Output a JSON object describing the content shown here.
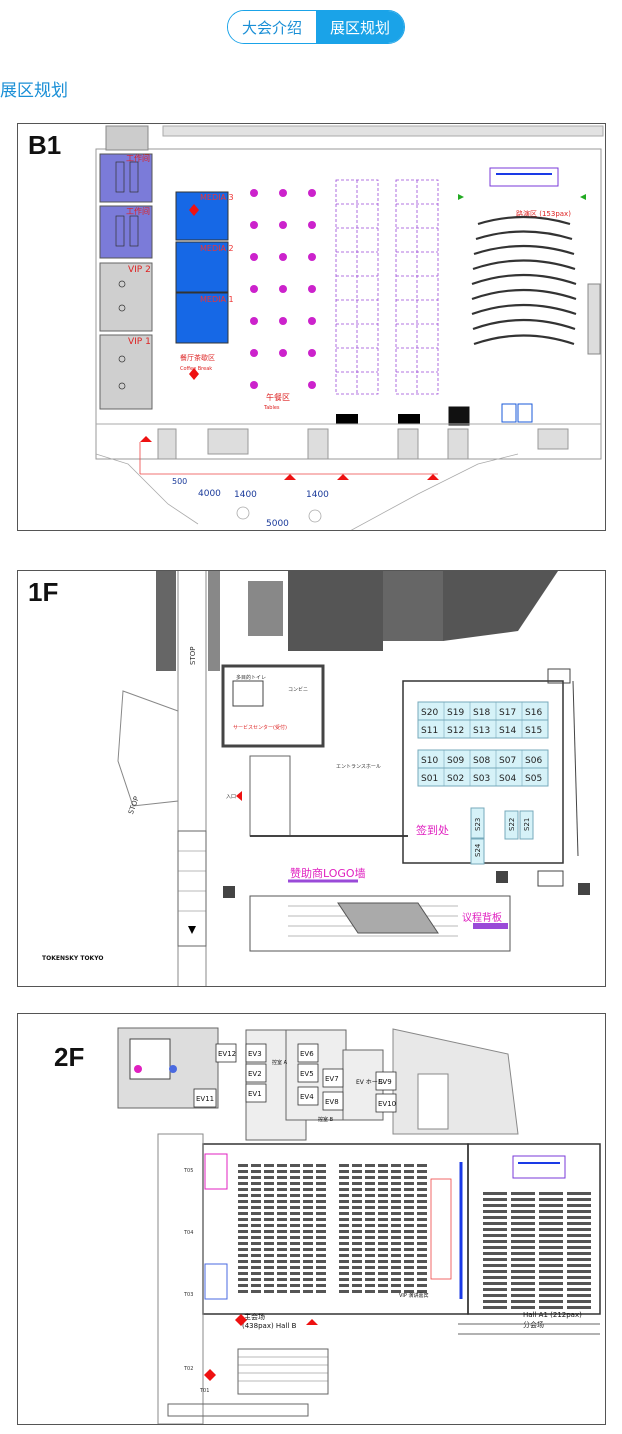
{
  "tabs": {
    "intro": "大会介绍",
    "layout": "展区规划"
  },
  "section_title": "展区规划",
  "b1": {
    "floor": "B1",
    "work1": "工作间",
    "work2": "工作间",
    "vip2": "VIP 2",
    "vip1": "VIP 1",
    "media3": "MEDIA 3",
    "media2": "MEDIA 2",
    "media1": "MEDIA 1",
    "coffee_cn": "餐厅茶歇区",
    "coffee_en": "Coffee Break",
    "lunch_cn": "午餐区",
    "lunch_en": "Tables",
    "stage": "路演区 (153pax)",
    "dim1": "1400",
    "dim2": "1400",
    "dim3": "5000",
    "dim4": "4000",
    "dim5": "500"
  },
  "f1": {
    "floor": "1F",
    "booths_row1": [
      "S20",
      "S19",
      "S18",
      "S17",
      "S16"
    ],
    "booths_row2": [
      "S11",
      "S12",
      "S13",
      "S14",
      "S15"
    ],
    "booths_row3": [
      "S10",
      "S09",
      "S08",
      "S07",
      "S06"
    ],
    "booths_row4": [
      "S01",
      "S02",
      "S03",
      "S04",
      "S05"
    ],
    "side_booths": [
      "S23",
      "S24",
      "S22",
      "S21"
    ],
    "signin": "签到处",
    "sponsor_wall": "赞助商LOGO墙",
    "agenda_board": "议程背板",
    "service": "サービスセンター(受付)",
    "entrance_hall": "エントランスホール",
    "entrance": "入口",
    "toilet": "多目的トイレ",
    "convenience": "コンビニ",
    "stop1": "STOP",
    "stop2": "STOP",
    "venue": "TOKENSKY TOKYO"
  },
  "f2": {
    "floor": "2F",
    "ev": [
      "EV12",
      "EV3",
      "EV2",
      "EV1",
      "EV11",
      "EV6",
      "EV5",
      "EV4",
      "EV7",
      "EV8",
      "EV9",
      "EV10"
    ],
    "ev_hall": "EV ホール",
    "control_a": "控室 A",
    "control_b": "控室 B",
    "main_hall_cn": "主会场",
    "main_hall_en": "(438pax) Hall B",
    "hall_a": "Hall A1 (212pax)",
    "sub_hall": "分会场",
    "vip_label": "VIP 演讲嘉宾",
    "t_labels": [
      "T05",
      "T04",
      "T03",
      "T02",
      "T01"
    ]
  }
}
